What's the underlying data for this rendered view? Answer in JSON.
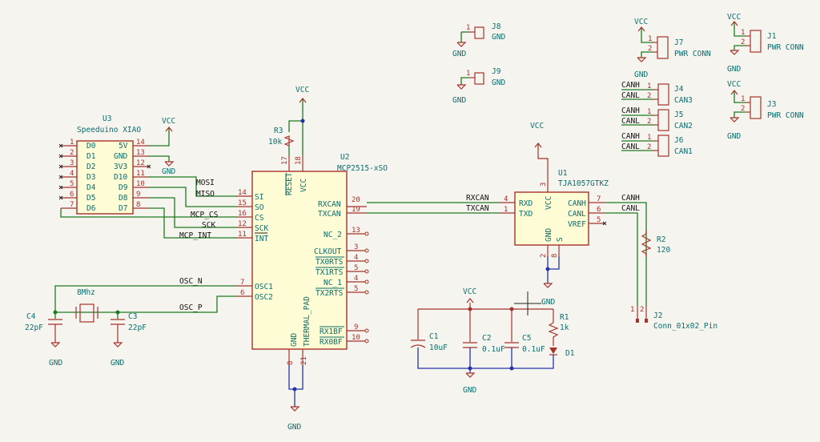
{
  "u2": {
    "ref": "U2",
    "value": "MCP2515-xSO",
    "left_pins": [
      [
        "SI",
        "14"
      ],
      [
        "SO",
        "15"
      ],
      [
        "CS",
        "16"
      ],
      [
        "SCK",
        "12"
      ],
      [
        "INT",
        "11"
      ],
      [
        "OSC1",
        "7"
      ],
      [
        "OSC2",
        "6"
      ]
    ],
    "right_pins": [
      [
        "RXCAN",
        "20"
      ],
      [
        "TXCAN",
        "19"
      ],
      [
        "NC_2",
        "13"
      ],
      [
        "CLKOUT",
        "3"
      ],
      [
        "TX0RTS",
        "4"
      ],
      [
        "TX1RTS",
        "5"
      ],
      [
        "NC_1",
        "4"
      ],
      [
        "TX2RTS",
        "5"
      ],
      [
        "RX1BF",
        "9"
      ],
      [
        "RX0BF",
        "10"
      ]
    ],
    "top_pins": [
      [
        "RESET",
        "17"
      ],
      [
        "VCC",
        "18"
      ]
    ],
    "bottom_pins": [
      [
        "GND",
        "8"
      ],
      [
        "THERMAL_PAD",
        "21"
      ]
    ]
  },
  "u3": {
    "ref": "U3",
    "value": "Speeduino XIAO",
    "left": [
      [
        "D0",
        "1"
      ],
      [
        "D1",
        "2"
      ],
      [
        "D2",
        "3"
      ],
      [
        "D3",
        "4"
      ],
      [
        "D4",
        "5"
      ],
      [
        "D5",
        "6"
      ],
      [
        "D6",
        "7"
      ]
    ],
    "right": [
      [
        "5V",
        "14"
      ],
      [
        "GND",
        "13"
      ],
      [
        "3V3",
        "12"
      ],
      [
        "D10",
        "11"
      ],
      [
        "D9",
        "10"
      ],
      [
        "D8",
        "9"
      ],
      [
        "D7",
        "8"
      ]
    ]
  },
  "u1": {
    "ref": "U1",
    "value": "TJA1057GTKZ",
    "left": [
      [
        "RXD",
        "4"
      ],
      [
        "TXD",
        "1"
      ]
    ],
    "right": [
      [
        "CANH",
        "7"
      ],
      [
        "CANL",
        "6"
      ],
      [
        "VREF",
        "5"
      ]
    ],
    "top": [
      [
        "VCC",
        "3"
      ]
    ],
    "bottom": [
      [
        "GND",
        "2"
      ],
      [
        "S",
        "8"
      ]
    ]
  },
  "nets": {
    "mosi": "MOSI",
    "miso": "MISO",
    "mcp_cs": "MCP_CS",
    "sck": "SCK",
    "mcp_int": "MCP_INT",
    "osc_n": "OSC_N",
    "osc_p": "OSC_P",
    "rxcan": "RXCAN",
    "txcan": "TXCAN",
    "canh": "CANH",
    "canl": "CANL"
  },
  "power": {
    "vcc": "VCC",
    "gnd": "GND"
  },
  "parts": {
    "r3": {
      "ref": "R3",
      "value": "10k"
    },
    "r1": {
      "ref": "R1",
      "value": "1k"
    },
    "r2": {
      "ref": "R2",
      "value": "120"
    },
    "d1": {
      "ref": "D1"
    },
    "y1": {
      "value": "8Mhz"
    },
    "c4": {
      "ref": "C4",
      "value": "22pF"
    },
    "c3": {
      "ref": "C3",
      "value": "22pF"
    },
    "c1": {
      "ref": "C1",
      "value": "10uF"
    },
    "c2": {
      "ref": "C2",
      "value": "0.1uF"
    },
    "c5": {
      "ref": "C5",
      "value": "0.1uF"
    }
  },
  "connectors": {
    "j8": {
      "ref": "J8",
      "value": "GND"
    },
    "j9": {
      "ref": "J9",
      "value": "GND"
    },
    "j7": {
      "ref": "J7",
      "value": "PWR CONN"
    },
    "j1": {
      "ref": "J1",
      "value": "PWR CONN"
    },
    "j3": {
      "ref": "J3",
      "value": "PWR CONN"
    },
    "j4": {
      "ref": "J4",
      "value": "CAN3"
    },
    "j5": {
      "ref": "J5",
      "value": "CAN2"
    },
    "j6": {
      "ref": "J6",
      "value": "CAN1"
    },
    "j2": {
      "ref": "J2",
      "value": "Conn_01x02_Pin"
    },
    "pin1": "1",
    "pin2": "2"
  }
}
